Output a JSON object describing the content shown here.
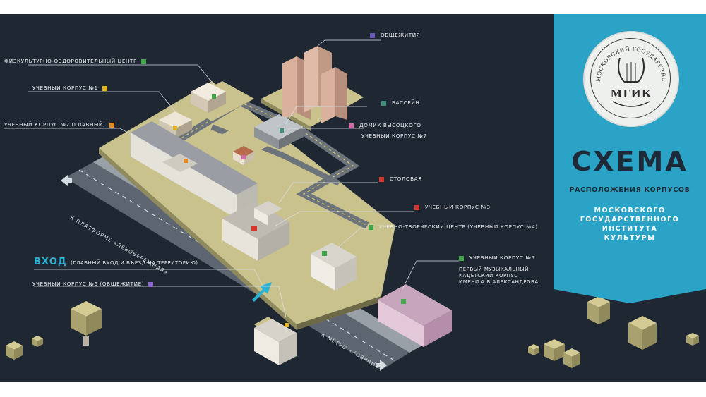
{
  "colors": {
    "background": "#1f2733",
    "panel": "#2aa3c6",
    "accent_entrance": "#2bb3d4",
    "marker_green": "#3fa64a",
    "marker_yellow": "#e0b21c",
    "marker_orange": "#e08a2a",
    "marker_purple": "#6a55b8",
    "marker_teal": "#3d8f77",
    "marker_pink": "#d56aa8",
    "marker_red": "#d9342b",
    "marker_lavender": "#8e6ad0"
  },
  "panel": {
    "logo_arc_text": "МОСКОВСКИЙ ГОСУДАРСТВЕННЫЙ ИНСТИТУТ КУЛЬТУРЫ",
    "logo_abbr": "МГИК",
    "title": "СХЕМА",
    "subtitle": "РАСПОЛОЖЕНИЯ КОРПУСОВ",
    "org_line1": "МОСКОВСКОГО",
    "org_line2": "ГОСУДАРСТВЕННОГО",
    "org_line3": "ИНСТИТУТА",
    "org_line4": "КУЛЬТУРЫ"
  },
  "legend": {
    "fitness": "ФИЗКУЛЬТУРНО-ОЗДОРОВИТЕЛЬНЫЙ ЦЕНТР",
    "building1": "УЧЕБНЫЙ КОРПУС №1",
    "building2": "УЧЕБНЫЙ КОРПУС №2 (ГЛАВНЫЙ)",
    "dorms": "ОБЩЕЖИТИЯ",
    "pool": "БАССЕЙН",
    "vysotsky": "ДОМИК ВЫСОЦКОГО",
    "building7": "УЧЕБНЫЙ КОРПУС №7",
    "canteen": "СТОЛОВАЯ",
    "building3": "УЧЕБНЫЙ КОРПУС №3",
    "building4": "УЧЕБНО-ТВОРЧЕСКИЙ ЦЕНТР (УЧЕБНЫЙ КОРПУС №4)",
    "building5": "УЧЕБНЫЙ КОРПУС №5",
    "building5_note_1": "ПЕРВЫЙ МУЗЫКАЛЬНЫЙ",
    "building5_note_2": "КАДЕТСКИЙ КОРПУС",
    "building5_note_3": "ИМЕНИ А.В.АЛЕКСАНДРОВА",
    "entrance": "ВХОД",
    "entrance_note": "(ГЛАВНЫЙ ВХОД И ВЪЕЗД НА ТЕРРИТОРИЮ)",
    "building6": "УЧЕБНЫЙ КОРПУС №6 (ОБЩЕЖИТИЕ)"
  },
  "roads": {
    "to_platform": "К ПЛАТФОРМЕ «ЛЕВОБЕРЕЖНАЯ»",
    "to_metro": "К МЕТРО «ХОВРИНО»"
  }
}
